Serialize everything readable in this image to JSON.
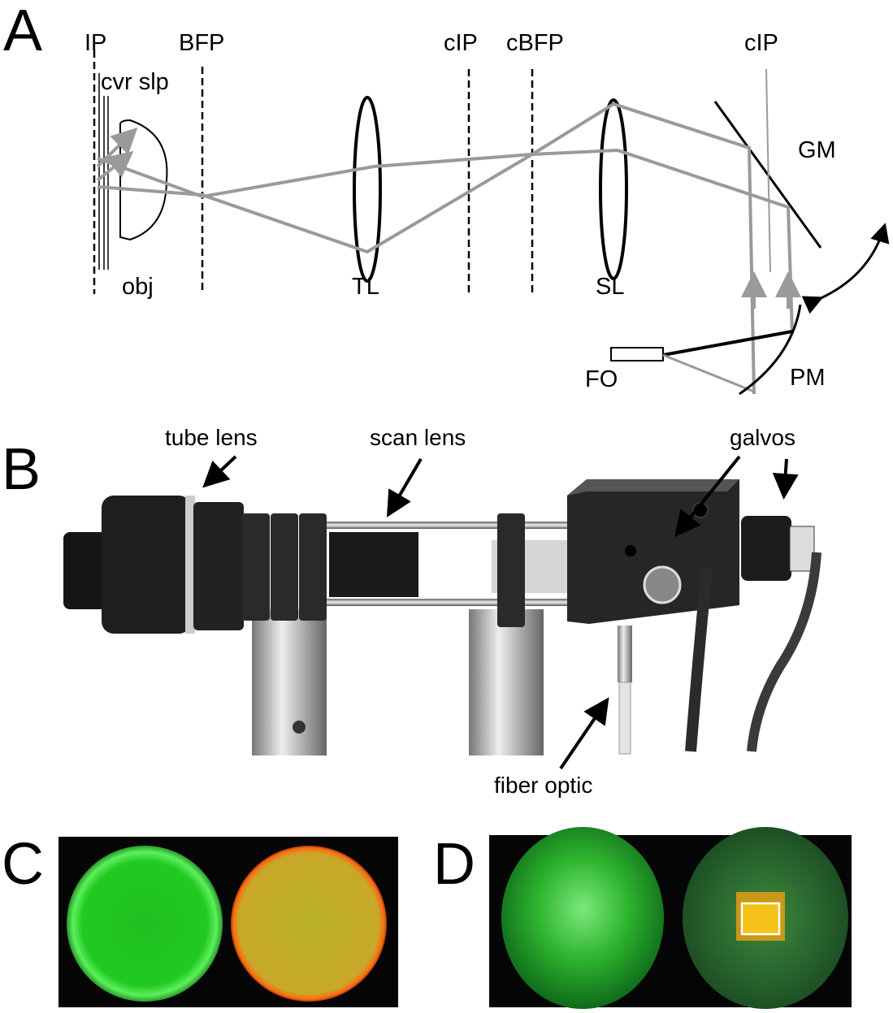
{
  "panels": {
    "a": "A",
    "b": "B",
    "c": "C",
    "d": "D"
  },
  "diagram": {
    "planes": {
      "ip": "IP",
      "bfp": "BFP",
      "cip1": "cIP",
      "cbfp": "cBFP",
      "cip2": "cIP"
    },
    "cover_slip": "cvr slp",
    "objective": "obj",
    "tube_lens": "TL",
    "scan_lens": "SL",
    "galvo_mirror": "GM",
    "fiber_optic": "FO",
    "parabolic_mirror": "PM"
  },
  "photo": {
    "tube_lens": "tube lens",
    "scan_lens": "scan lens",
    "galvos": "galvos",
    "fiber_optic": "fiber optic"
  },
  "colors": {
    "ray": "#9a9a9a",
    "green": "#2ec82e",
    "orange": "#e88a1a",
    "yellow": "#f5c21a"
  }
}
